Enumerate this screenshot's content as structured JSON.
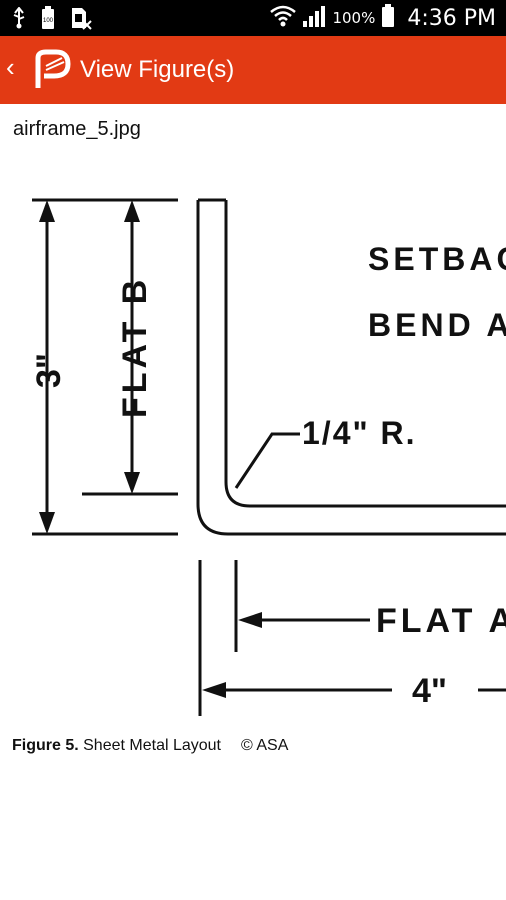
{
  "status_bar": {
    "battery_percent": "100%",
    "time": "4:36 PM"
  },
  "action_bar": {
    "title": "View Figure(s)"
  },
  "figure": {
    "filename": "airframe_5.jpg",
    "labels": {
      "setback": "SETBAC",
      "bend": "BEND A",
      "radius": "1/4\" R.",
      "flat_a": "FLAT A",
      "flat_b": "FLAT B",
      "height": "3\"",
      "width": "4\""
    },
    "caption_label": "Figure 5.",
    "caption_text": " Sheet Metal Layout",
    "caption_copy": "© ASA"
  }
}
